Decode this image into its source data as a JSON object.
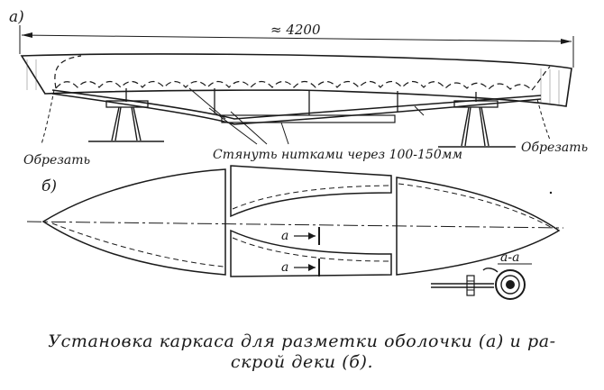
{
  "labels": {
    "part_a": "а)",
    "part_b": "б)",
    "length": "≈ 4200",
    "trim_left": "Обрезать",
    "trim_right": "Обрезать",
    "stitch_note": "Стянуть нитками через 100-150мм",
    "section_mark_1": "а",
    "section_mark_2": "а",
    "section_view": "а-а"
  },
  "caption": {
    "line1": "Установка каркаса для  разметки  оболочки (а) и ра-",
    "line2": "скрой деки (б)."
  }
}
